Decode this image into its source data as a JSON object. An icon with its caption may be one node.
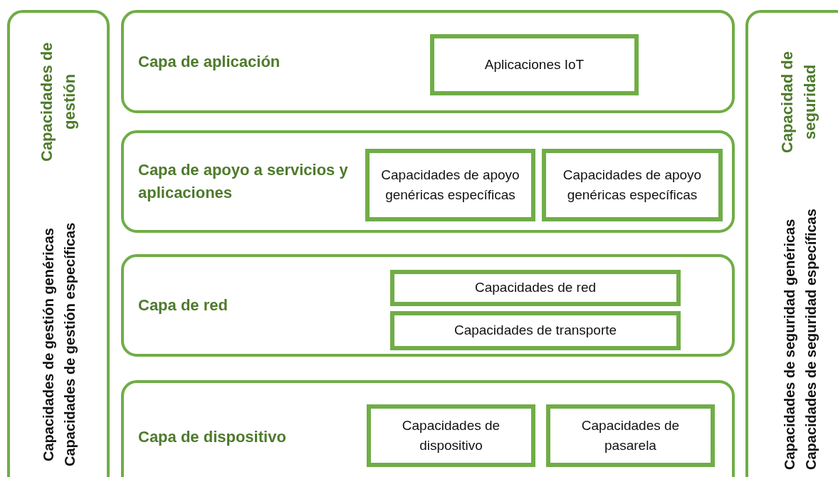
{
  "diagram": {
    "nodes": [
      {
        "text": [
          "Capacidades de gestión",
          "Capacidades de gestión genéricas",
          "Capacidades de gestión específicas"
        ]
      },
      {
        "text": [
          "Capa de aplicación"
        ]
      },
      {
        "text": [
          "Aplicaciones IoT"
        ],
        "in": 1
      },
      {
        "text": [
          "Capa de apoyo a servicios y aplicaciones"
        ]
      },
      {
        "text": [
          "Capacidades de apoyo genéricas específicas"
        ],
        "in": 3
      },
      {
        "text": [
          "Capacidades de apoyo genéricas específicas"
        ],
        "in": 3
      },
      {
        "text": [
          "Capa de red"
        ]
      },
      {
        "text": [
          "Capacidades de red"
        ],
        "in": 6
      },
      {
        "text": [
          "Capacidades de transporte"
        ],
        "in": 6
      },
      {
        "text": [
          "Capa de dispositivo"
        ]
      },
      {
        "text": [
          "Capacidades de dispositivo"
        ],
        "in": 9
      },
      {
        "text": [
          "Capacidades de pasarela"
        ],
        "in": 9
      },
      {
        "text": [
          "Capacidad de seguridad",
          "Capacidades de seguridad genéricas",
          "Capacidades de seguridad específicas"
        ]
      }
    ],
    "edges": []
  }
}
